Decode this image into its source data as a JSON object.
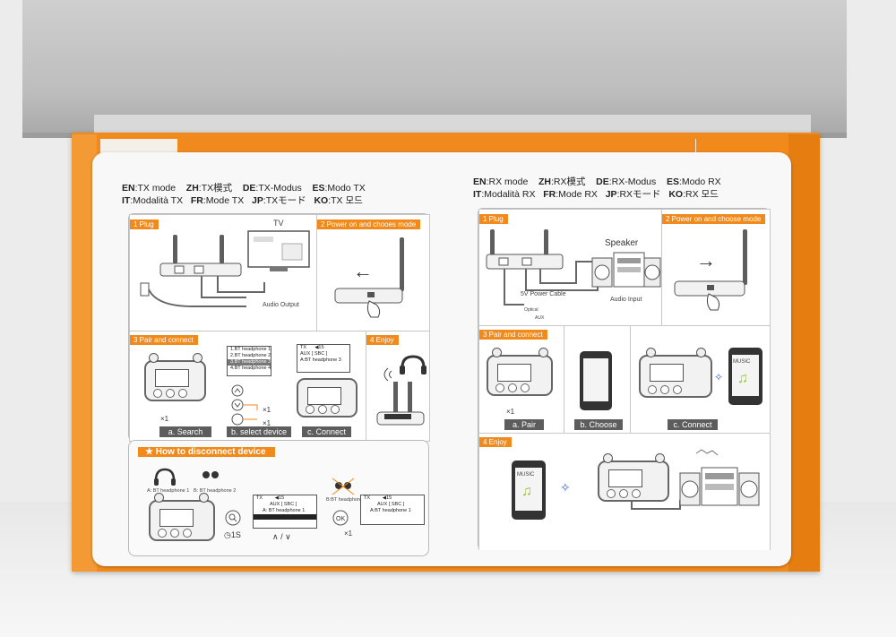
{
  "tx_header": {
    "line1": [
      {
        "code": "EN",
        "text": "TX mode"
      },
      {
        "code": "ZH",
        "text": "TX模式"
      },
      {
        "code": "DE",
        "text": "TX-Modus"
      },
      {
        "code": "ES",
        "text": "Modo TX"
      }
    ],
    "line2": [
      {
        "code": "IT",
        "text": "Modalità TX"
      },
      {
        "code": "FR",
        "text": "Mode TX"
      },
      {
        "code": "JP",
        "text": "TXモード"
      },
      {
        "code": "KO",
        "text": "TX 모드"
      }
    ]
  },
  "rx_header": {
    "line1": [
      {
        "code": "EN",
        "text": "RX mode"
      },
      {
        "code": "ZH",
        "text": "RX模式"
      },
      {
        "code": "DE",
        "text": "RX-Modus"
      },
      {
        "code": "ES",
        "text": "Modo RX"
      }
    ],
    "line2": [
      {
        "code": "IT",
        "text": "Modalità RX"
      },
      {
        "code": "FR",
        "text": "Mode RX"
      },
      {
        "code": "JP",
        "text": "RXモード"
      },
      {
        "code": "KO",
        "text": "RX 모드"
      }
    ]
  },
  "tx": {
    "step1": "1  Plug",
    "tv": "TV",
    "audio_output": "Audio Output",
    "step2": "2 Power on and chooes mode",
    "step3": "3 Pair and connect",
    "step4": "4  Enjoy",
    "device_list": [
      "1.BT headphone 1",
      "2.BT headphone 2",
      "3.BT headphone 3",
      "4.BT headphone 4"
    ],
    "screen_tx": "TX",
    "screen_aux": "AUX [ SBC ]",
    "screen_vol": "◀15",
    "screen_dev": "A:BT headphone 3",
    "times1": "×1",
    "times2": "×1",
    "times3": "×1",
    "cap_a": "a. Search",
    "cap_b": "b. select device",
    "cap_c": "c. Connect",
    "disconnect_title": "★ How to disconnect device",
    "hp_a": "A: BT headphone 1",
    "hp_b": "B: BT headphone 2",
    "disc_tx": "TX",
    "disc_aux": "AUX [ SBC ]",
    "disc_vol": "◀15",
    "disc_dev": "A: BT headphone 1",
    "disc_hp_b": "B:BT headphone 2",
    "disc_times": "×1",
    "disc_tx2": "TX",
    "disc_aux2": "AUX [ SBC ]",
    "disc_vol2": "◀15",
    "disc_dev2": "A:BT headphone 1",
    "hold": "1S",
    "nav_arrows": "∧ / ∨"
  },
  "rx": {
    "step1": "1  Plug",
    "speaker": "Speaker",
    "power_cable": "5V Power Cable",
    "audio_input": "Audio Input",
    "optical": "Optical",
    "aux": "AUX",
    "step2": "2 Power on and choose mode",
    "step3": "3 Pair and connect",
    "step4": "4  Enjoy",
    "times": "×1",
    "cap_a": "a. Pair",
    "cap_b": "b. Choose",
    "cap_c": "c. Connect",
    "music": "MUSIC",
    "music2": "MUSIC"
  },
  "colors": {
    "accent": "#f28a1b",
    "caption": "#5d5d5d"
  }
}
